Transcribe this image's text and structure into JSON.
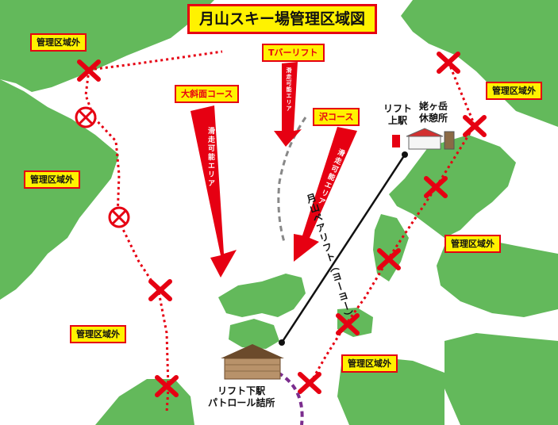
{
  "map": {
    "title": "月山スキー場管理区域図",
    "courses": {
      "t_bar": "Tバーリフト",
      "daishamen": "大斜面コース",
      "sawa": "沢コース"
    },
    "glide_area_text": "滑走可能エリア",
    "out_of_bounds": "管理区域外",
    "lift_top": {
      "line1": "リフト",
      "line2": "上駅"
    },
    "rest_house": {
      "line1": "姥ヶ岳",
      "line2": "休憩所"
    },
    "lift_name": "月山ペアリフト（ヨーヨー）",
    "lift_bottom": {
      "line1": "リフト下駅",
      "line2": "パトロール詰所"
    },
    "colors": {
      "terrain": "#5cb85c",
      "boundary": "#e60012",
      "label_bg": "#fff200",
      "arrow": "#e60012"
    }
  }
}
